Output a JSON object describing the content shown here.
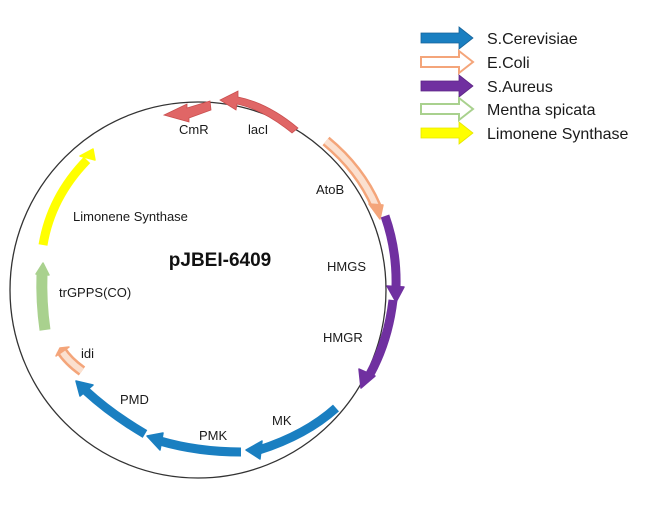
{
  "plasmid": {
    "name": "pJBEI-6409"
  },
  "colors": {
    "S.Cerevisiae": "#1a7fc1",
    "E.Coli": "#f4a57a",
    "S.Aureus": "#7030a0",
    "Mentha spicata": "#a9d18e",
    "Limonene Synthase": "#ffff00",
    "resistance": "#e06666"
  },
  "legend": [
    {
      "label": "S.Cerevisiae",
      "color": "#1a7fc1",
      "fill": "#ffffff"
    },
    {
      "label": "E.Coli",
      "color": "#f4a57a",
      "fill": "#ffffff"
    },
    {
      "label": "S.Aureus",
      "color": "#7030a0",
      "fill": "#ffffff"
    },
    {
      "label": "Mentha spicata",
      "color": "#a9d18e",
      "fill": "#ffffff"
    },
    {
      "label": "Limonene Synthase",
      "color": "#ffff00",
      "fill": "#ffffff"
    }
  ],
  "genes": [
    {
      "name": "CmR",
      "group": "resistance"
    },
    {
      "name": "lacI",
      "group": "resistance"
    },
    {
      "name": "AtoB",
      "group": "E.Coli"
    },
    {
      "name": "HMGS",
      "group": "S.Aureus"
    },
    {
      "name": "HMGR",
      "group": "S.Aureus"
    },
    {
      "name": "MK",
      "group": "S.Cerevisiae"
    },
    {
      "name": "PMK",
      "group": "S.Cerevisiae"
    },
    {
      "name": "PMD",
      "group": "S.Cerevisiae"
    },
    {
      "name": "idi",
      "group": "E.Coli"
    },
    {
      "name": "trGPPS(CO)",
      "group": "Mentha spicata"
    },
    {
      "name": "Limonene Synthase",
      "group": "Limonene Synthase"
    }
  ]
}
